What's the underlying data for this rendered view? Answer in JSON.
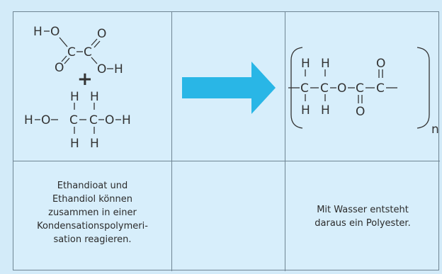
{
  "reactant_ethandioat": {
    "atoms": {
      "h_left": "H",
      "o_left": "O",
      "c1": "C",
      "c2": "C",
      "o_top": "O",
      "o_bottom": "O",
      "o_right": "O",
      "h_right": "H"
    }
  },
  "plus_sign": "+",
  "reactant_ethandiol": {
    "atoms": {
      "h_top1": "H",
      "h_top2": "H",
      "h_left": "H",
      "o_left": "O",
      "c1": "C",
      "c2": "C",
      "o_right": "O",
      "h_right": "H",
      "h_bottom1": "H",
      "h_bottom2": "H"
    }
  },
  "arrow_color": "#29b6e6",
  "product": {
    "atoms": {
      "h_top1": "H",
      "h_top2": "H",
      "c1": "C",
      "c2": "C",
      "o_mid": "O",
      "c3": "C",
      "c4": "C",
      "h_bottom1": "H",
      "h_bottom2": "H",
      "o_top": "O",
      "o_bottom": "O"
    },
    "repeat_subscript": "n"
  },
  "captions": {
    "left": "Ethandioat und\nEthandiol können\nzusammen in einer\nKondensationspolymeri-\nsation reagieren.",
    "right": "Mit Wasser entsteht\ndaraus ein Polyester."
  }
}
